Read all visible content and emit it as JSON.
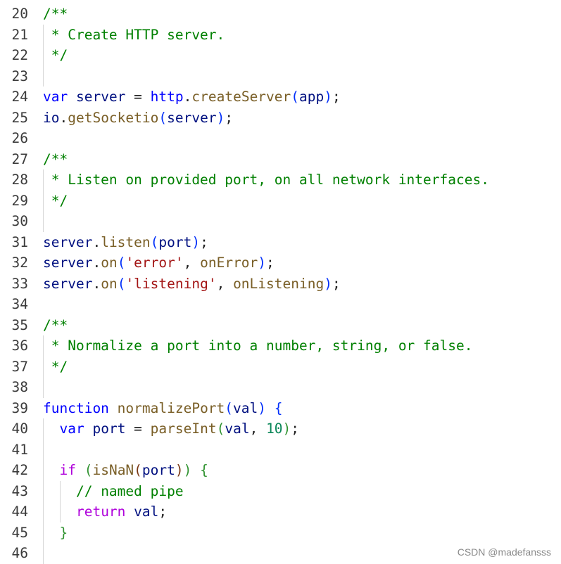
{
  "colors": {
    "keyword": "#0000ff",
    "control": "#af00db",
    "variable": "#001080",
    "function": "#795e26",
    "comment": "#008000",
    "string": "#a31515",
    "number": "#098658",
    "bracket1": "#0431fa",
    "bracket2": "#319331",
    "bracket3": "#7b3814",
    "plain": "#1f1f1f",
    "line_number": "#3b3b3b",
    "watermark": "#8a8a8a"
  },
  "lines": [
    {
      "num": "20",
      "tokens": [
        {
          "t": "/**",
          "c": "cm"
        }
      ]
    },
    {
      "num": "21",
      "tokens": [
        {
          "t": " * Create HTTP server.",
          "c": "cm"
        }
      ]
    },
    {
      "num": "22",
      "tokens": [
        {
          "t": " */",
          "c": "cm"
        }
      ]
    },
    {
      "num": "23",
      "tokens": []
    },
    {
      "num": "24",
      "tokens": [
        {
          "t": "var",
          "c": "kw"
        },
        {
          "t": " ",
          "c": "op"
        },
        {
          "t": "server",
          "c": "var"
        },
        {
          "t": " = ",
          "c": "op"
        },
        {
          "t": "http",
          "c": "kwv"
        },
        {
          "t": ".",
          "c": "op"
        },
        {
          "t": "createServer",
          "c": "fn"
        },
        {
          "t": "(",
          "c": "p1"
        },
        {
          "t": "app",
          "c": "var"
        },
        {
          "t": ")",
          "c": "p1"
        },
        {
          "t": ";",
          "c": "op"
        }
      ]
    },
    {
      "num": "25",
      "tokens": [
        {
          "t": "io",
          "c": "var"
        },
        {
          "t": ".",
          "c": "op"
        },
        {
          "t": "getSocketio",
          "c": "fn"
        },
        {
          "t": "(",
          "c": "p1"
        },
        {
          "t": "server",
          "c": "var"
        },
        {
          "t": ")",
          "c": "p1"
        },
        {
          "t": ";",
          "c": "op"
        }
      ]
    },
    {
      "num": "26",
      "tokens": []
    },
    {
      "num": "27",
      "tokens": [
        {
          "t": "/**",
          "c": "cm"
        }
      ]
    },
    {
      "num": "28",
      "tokens": [
        {
          "t": " * Listen on provided port, on all network interfaces.",
          "c": "cm"
        }
      ]
    },
    {
      "num": "29",
      "tokens": [
        {
          "t": " */",
          "c": "cm"
        }
      ]
    },
    {
      "num": "30",
      "tokens": []
    },
    {
      "num": "31",
      "tokens": [
        {
          "t": "server",
          "c": "var"
        },
        {
          "t": ".",
          "c": "op"
        },
        {
          "t": "listen",
          "c": "fn"
        },
        {
          "t": "(",
          "c": "p1"
        },
        {
          "t": "port",
          "c": "var"
        },
        {
          "t": ")",
          "c": "p1"
        },
        {
          "t": ";",
          "c": "op"
        }
      ]
    },
    {
      "num": "32",
      "tokens": [
        {
          "t": "server",
          "c": "var"
        },
        {
          "t": ".",
          "c": "op"
        },
        {
          "t": "on",
          "c": "fn"
        },
        {
          "t": "(",
          "c": "p1"
        },
        {
          "t": "'error'",
          "c": "str"
        },
        {
          "t": ", ",
          "c": "op"
        },
        {
          "t": "onError",
          "c": "fn"
        },
        {
          "t": ")",
          "c": "p1"
        },
        {
          "t": ";",
          "c": "op"
        }
      ]
    },
    {
      "num": "33",
      "tokens": [
        {
          "t": "server",
          "c": "var"
        },
        {
          "t": ".",
          "c": "op"
        },
        {
          "t": "on",
          "c": "fn"
        },
        {
          "t": "(",
          "c": "p1"
        },
        {
          "t": "'listening'",
          "c": "str"
        },
        {
          "t": ", ",
          "c": "op"
        },
        {
          "t": "onListening",
          "c": "fn"
        },
        {
          "t": ")",
          "c": "p1"
        },
        {
          "t": ";",
          "c": "op"
        }
      ]
    },
    {
      "num": "34",
      "tokens": []
    },
    {
      "num": "35",
      "tokens": [
        {
          "t": "/**",
          "c": "cm"
        }
      ]
    },
    {
      "num": "36",
      "tokens": [
        {
          "t": " * Normalize a port into a number, string, or false.",
          "c": "cm"
        }
      ]
    },
    {
      "num": "37",
      "tokens": [
        {
          "t": " */",
          "c": "cm"
        }
      ]
    },
    {
      "num": "38",
      "tokens": []
    },
    {
      "num": "39",
      "tokens": [
        {
          "t": "function",
          "c": "kw"
        },
        {
          "t": " ",
          "c": "op"
        },
        {
          "t": "normalizePort",
          "c": "fn"
        },
        {
          "t": "(",
          "c": "p1"
        },
        {
          "t": "val",
          "c": "var"
        },
        {
          "t": ")",
          "c": "p1"
        },
        {
          "t": " ",
          "c": "op"
        },
        {
          "t": "{",
          "c": "p1"
        }
      ]
    },
    {
      "num": "40",
      "tokens": [
        {
          "t": "  ",
          "c": "op"
        },
        {
          "t": "var",
          "c": "kw"
        },
        {
          "t": " ",
          "c": "op"
        },
        {
          "t": "port",
          "c": "var"
        },
        {
          "t": " = ",
          "c": "op"
        },
        {
          "t": "parseInt",
          "c": "fn"
        },
        {
          "t": "(",
          "c": "p2"
        },
        {
          "t": "val",
          "c": "var"
        },
        {
          "t": ", ",
          "c": "op"
        },
        {
          "t": "10",
          "c": "num"
        },
        {
          "t": ")",
          "c": "p2"
        },
        {
          "t": ";",
          "c": "op"
        }
      ]
    },
    {
      "num": "41",
      "tokens": []
    },
    {
      "num": "42",
      "tokens": [
        {
          "t": "  ",
          "c": "op"
        },
        {
          "t": "if",
          "c": "ctrl"
        },
        {
          "t": " ",
          "c": "op"
        },
        {
          "t": "(",
          "c": "p2"
        },
        {
          "t": "isNaN",
          "c": "fn"
        },
        {
          "t": "(",
          "c": "p3"
        },
        {
          "t": "port",
          "c": "var"
        },
        {
          "t": ")",
          "c": "p3"
        },
        {
          "t": ")",
          "c": "p2"
        },
        {
          "t": " ",
          "c": "op"
        },
        {
          "t": "{",
          "c": "p2"
        }
      ]
    },
    {
      "num": "43",
      "tokens": [
        {
          "t": "    ",
          "c": "op"
        },
        {
          "t": "// named pipe",
          "c": "cm"
        }
      ]
    },
    {
      "num": "44",
      "tokens": [
        {
          "t": "    ",
          "c": "op"
        },
        {
          "t": "return",
          "c": "ctrl"
        },
        {
          "t": " ",
          "c": "op"
        },
        {
          "t": "val",
          "c": "var"
        },
        {
          "t": ";",
          "c": "op"
        }
      ]
    },
    {
      "num": "45",
      "tokens": [
        {
          "t": "  ",
          "c": "op"
        },
        {
          "t": "}",
          "c": "p2"
        }
      ]
    },
    {
      "num": "46",
      "tokens": []
    }
  ],
  "watermark": "CSDN @madefansss"
}
